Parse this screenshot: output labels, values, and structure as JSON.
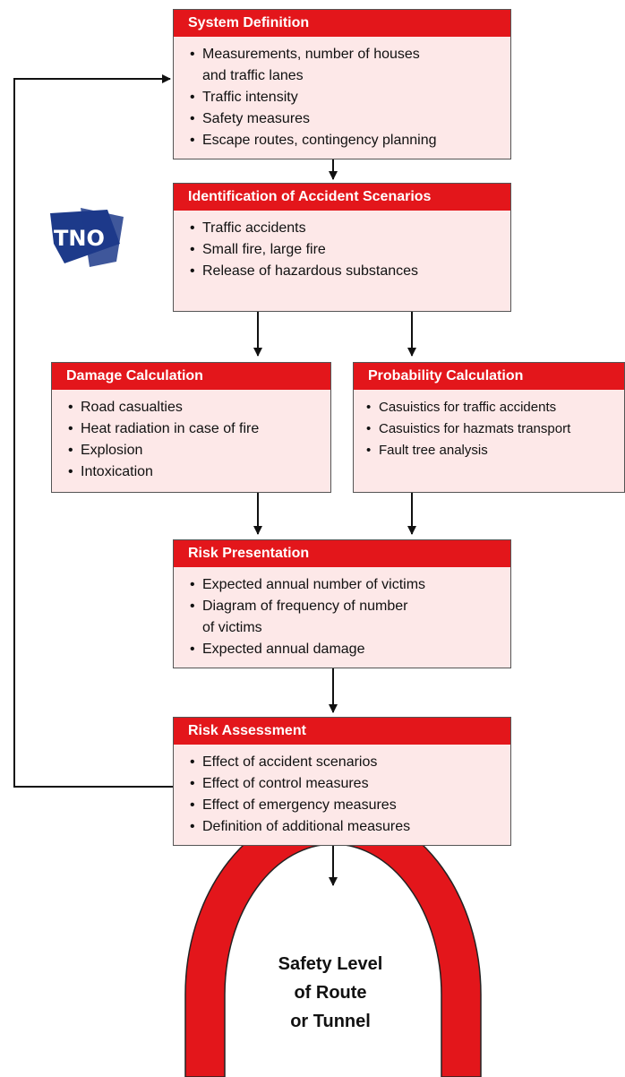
{
  "boxes": {
    "system_definition": {
      "title": "System Definition",
      "items": [
        "Measurements, number of houses\nand traffic lanes",
        "Traffic intensity",
        "Safety measures",
        "Escape routes, contingency planning"
      ]
    },
    "accident_scenarios": {
      "title": "Identification of Accident Scenarios",
      "items": [
        "Traffic accidents",
        "Small fire, large fire",
        "Release of hazardous substances"
      ]
    },
    "damage_calculation": {
      "title": "Damage Calculation",
      "items": [
        "Road casualties",
        "Heat radiation in case of fire",
        "Explosion",
        "Intoxication"
      ]
    },
    "probability_calculation": {
      "title": "Probability Calculation",
      "items": [
        "Casuistics for traffic accidents",
        "Casuistics for hazmats transport",
        "Fault tree analysis"
      ]
    },
    "risk_presentation": {
      "title": "Risk Presentation",
      "items": [
        "Expected annual number of victims",
        "Diagram of frequency of number\nof victims",
        "Expected annual damage"
      ]
    },
    "risk_assessment": {
      "title": "Risk Assessment",
      "items": [
        "Effect of accident scenarios",
        "Effect of control measures",
        "Effect of emergency measures",
        "Definition of additional measures"
      ]
    }
  },
  "outcome": {
    "label": "Safety Level\nof Route\nor Tunnel"
  },
  "logo": {
    "text": "TNO"
  },
  "colors": {
    "header_red": "#e3161b",
    "box_fill": "#fde8e8",
    "arch_red": "#e3161b",
    "logo_blue": "#1d3a8a"
  }
}
